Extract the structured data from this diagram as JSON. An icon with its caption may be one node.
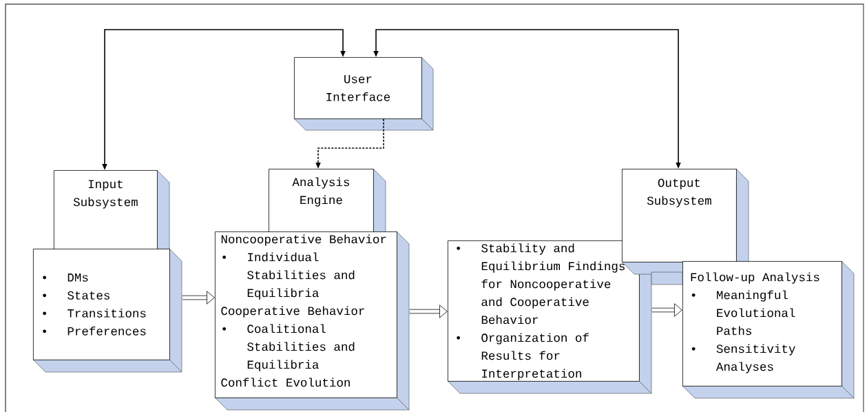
{
  "diagram": {
    "nodes": [
      {
        "text": [
          "User Interface"
        ]
      },
      {
        "text": [
          "Input Subsystem"
        ]
      },
      {
        "text": [
          "DMs",
          "States",
          "Transitions",
          "Preferences"
        ]
      },
      {
        "text": [
          "Analysis Engine"
        ]
      },
      {
        "text": [
          "Noncooperative Behavior",
          "Individual Stabilities and Equilibria",
          "Cooperative Behavior",
          "Coalitional Stabilities and Equilibria",
          "Conflict Evolution"
        ]
      },
      {
        "text": [
          "Stability and Equilibrium Findings for Noncooperative and Cooperative Behavior",
          "Organization of Results for Interpretation"
        ]
      },
      {
        "text": [
          "Output Subsystem"
        ]
      },
      {
        "text": [
          "Follow-up Analysis",
          "Meaningful Evolutional Paths",
          "Sensitivity Analyses"
        ]
      }
    ],
    "edges": [
      {
        "from": 0,
        "to": 1,
        "arrow": "both"
      },
      {
        "from": 0,
        "to": 6,
        "arrow": "both"
      },
      {
        "from": 0,
        "to": 3,
        "arrow": "to",
        "style": "dashed"
      },
      {
        "from": 2,
        "to": 4,
        "arrow": "to",
        "style": "thick"
      },
      {
        "from": 4,
        "to": 5,
        "arrow": "to",
        "style": "thick"
      },
      {
        "from": 5,
        "to": 7,
        "arrow": "to",
        "style": "thick"
      }
    ],
    "labels": [
      "•",
      "•",
      "•",
      "•",
      "•",
      "•",
      "•",
      "•",
      "•",
      "•"
    ]
  }
}
